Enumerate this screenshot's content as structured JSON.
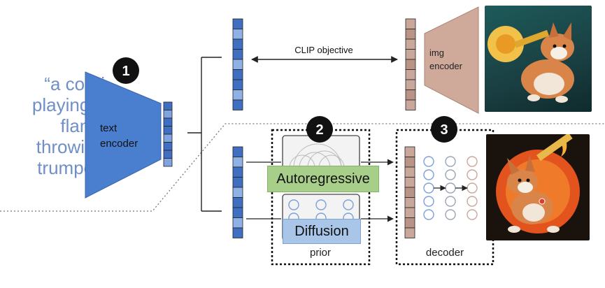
{
  "caption": {
    "lines": [
      "“a corgi",
      "playing a",
      "flame",
      "throwing",
      "trumpet”"
    ]
  },
  "labels": {
    "text_encoder_line1": "text",
    "text_encoder_line2": "encoder",
    "img_encoder_line1": "img",
    "img_encoder_line2": "encoder",
    "clip_objective": "CLIP objective",
    "autoregressive": "Autoregressive",
    "diffusion": "Diffusion",
    "prior": "prior",
    "decoder": "decoder"
  },
  "step_numbers": [
    "1",
    "2",
    "3"
  ],
  "images": {
    "top": "corgi-playing-trumpet-illustration",
    "bottom": "corgi-with-flaming-trumpet-illustration"
  },
  "colors": {
    "text_encoder": "#4a7fd0",
    "img_encoder": "#cfaa9a",
    "caption": "#6f8fc6",
    "autoregressive": "#a8cf8a",
    "diffusion": "#a9c6e8",
    "embedding_text": "#3f6fc1",
    "embedding_img": "#c9a89b"
  }
}
